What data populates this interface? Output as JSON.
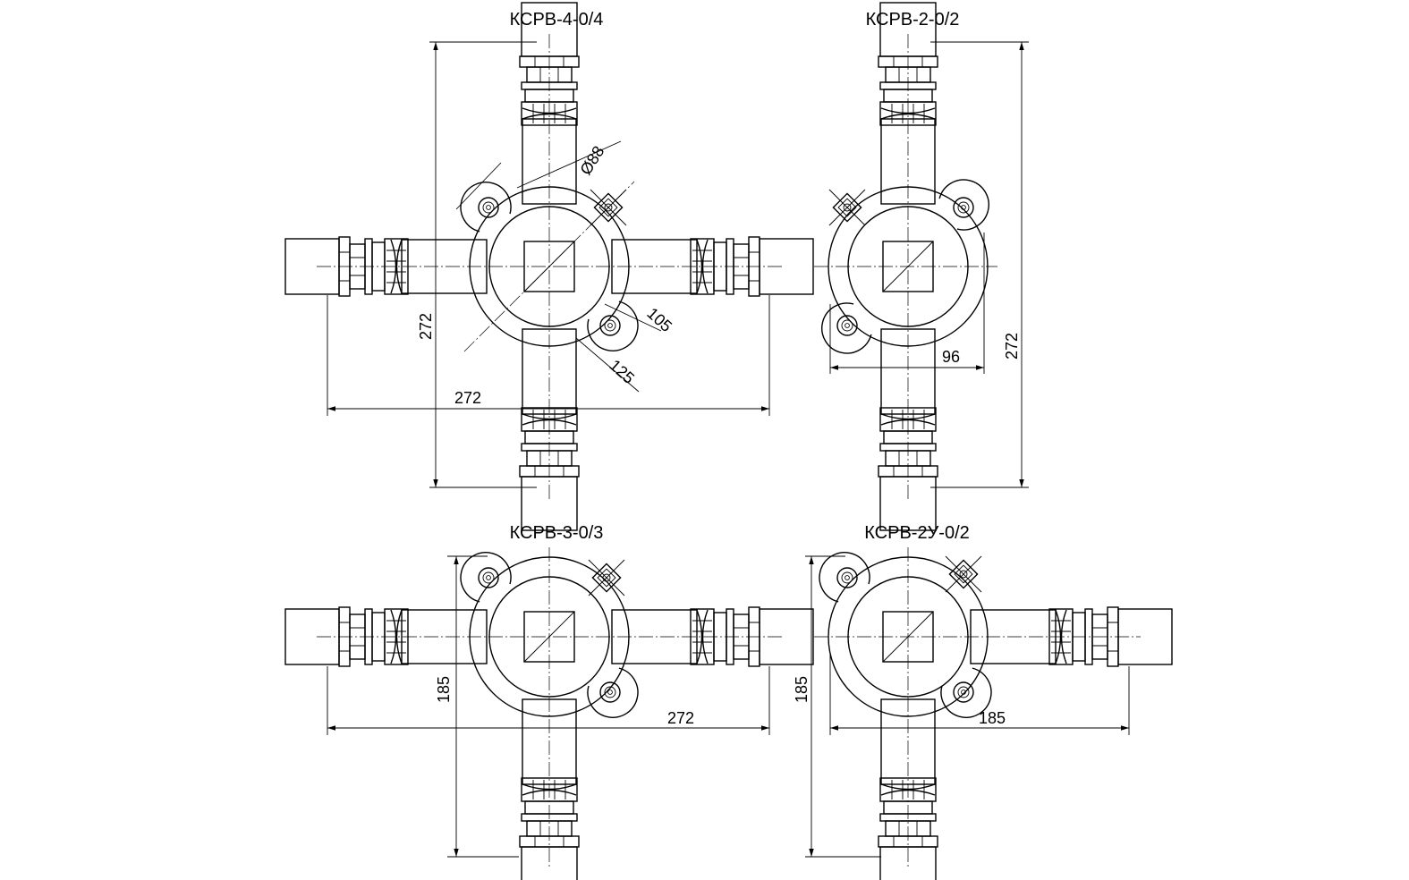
{
  "drawing": {
    "views": [
      {
        "title": "КСРВ-4-0/4",
        "dims": {
          "height": "272",
          "width": "272",
          "diameter": "Ø88",
          "d105": "105",
          "d125": "125"
        }
      },
      {
        "title": "КСРВ-2-0/2",
        "dims": {
          "height": "272",
          "width": "96"
        }
      },
      {
        "title": "КСРВ-3-0/3",
        "dims": {
          "height": "185",
          "width": "272"
        }
      },
      {
        "title": "КСРВ-2У-0/2",
        "dims": {
          "height": "185",
          "width": "185"
        }
      }
    ]
  }
}
